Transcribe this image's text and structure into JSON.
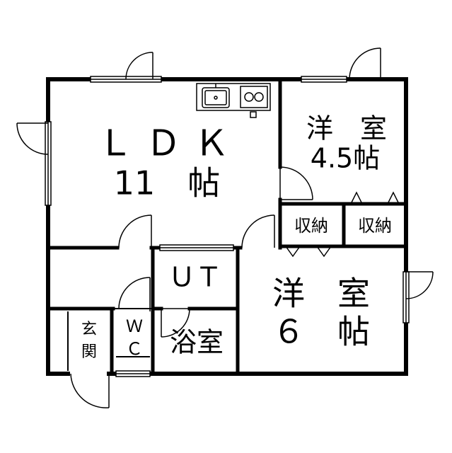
{
  "rooms": {
    "ldk": {
      "line1": "ＬＤＫ",
      "line2": "11　帖"
    },
    "western1": {
      "line1": "洋　室",
      "line2": "4.5帖"
    },
    "storage1": {
      "label": "収納"
    },
    "storage2": {
      "label": "収納"
    },
    "western2": {
      "line1": "洋　室",
      "line2": "６　帖"
    },
    "ut": {
      "label": "ＵＴ"
    },
    "bath": {
      "label": "浴室"
    },
    "wc": {
      "line1": "Ｗ",
      "line2": "Ｃ"
    },
    "entrance": {
      "line1": "玄",
      "line2": "関"
    }
  },
  "colors": {
    "wall": "#000000",
    "background": "#ffffff"
  },
  "icons": [
    "kitchen-sink-icon",
    "gas-stove-icon",
    "door-swing-icon",
    "window-icon"
  ]
}
